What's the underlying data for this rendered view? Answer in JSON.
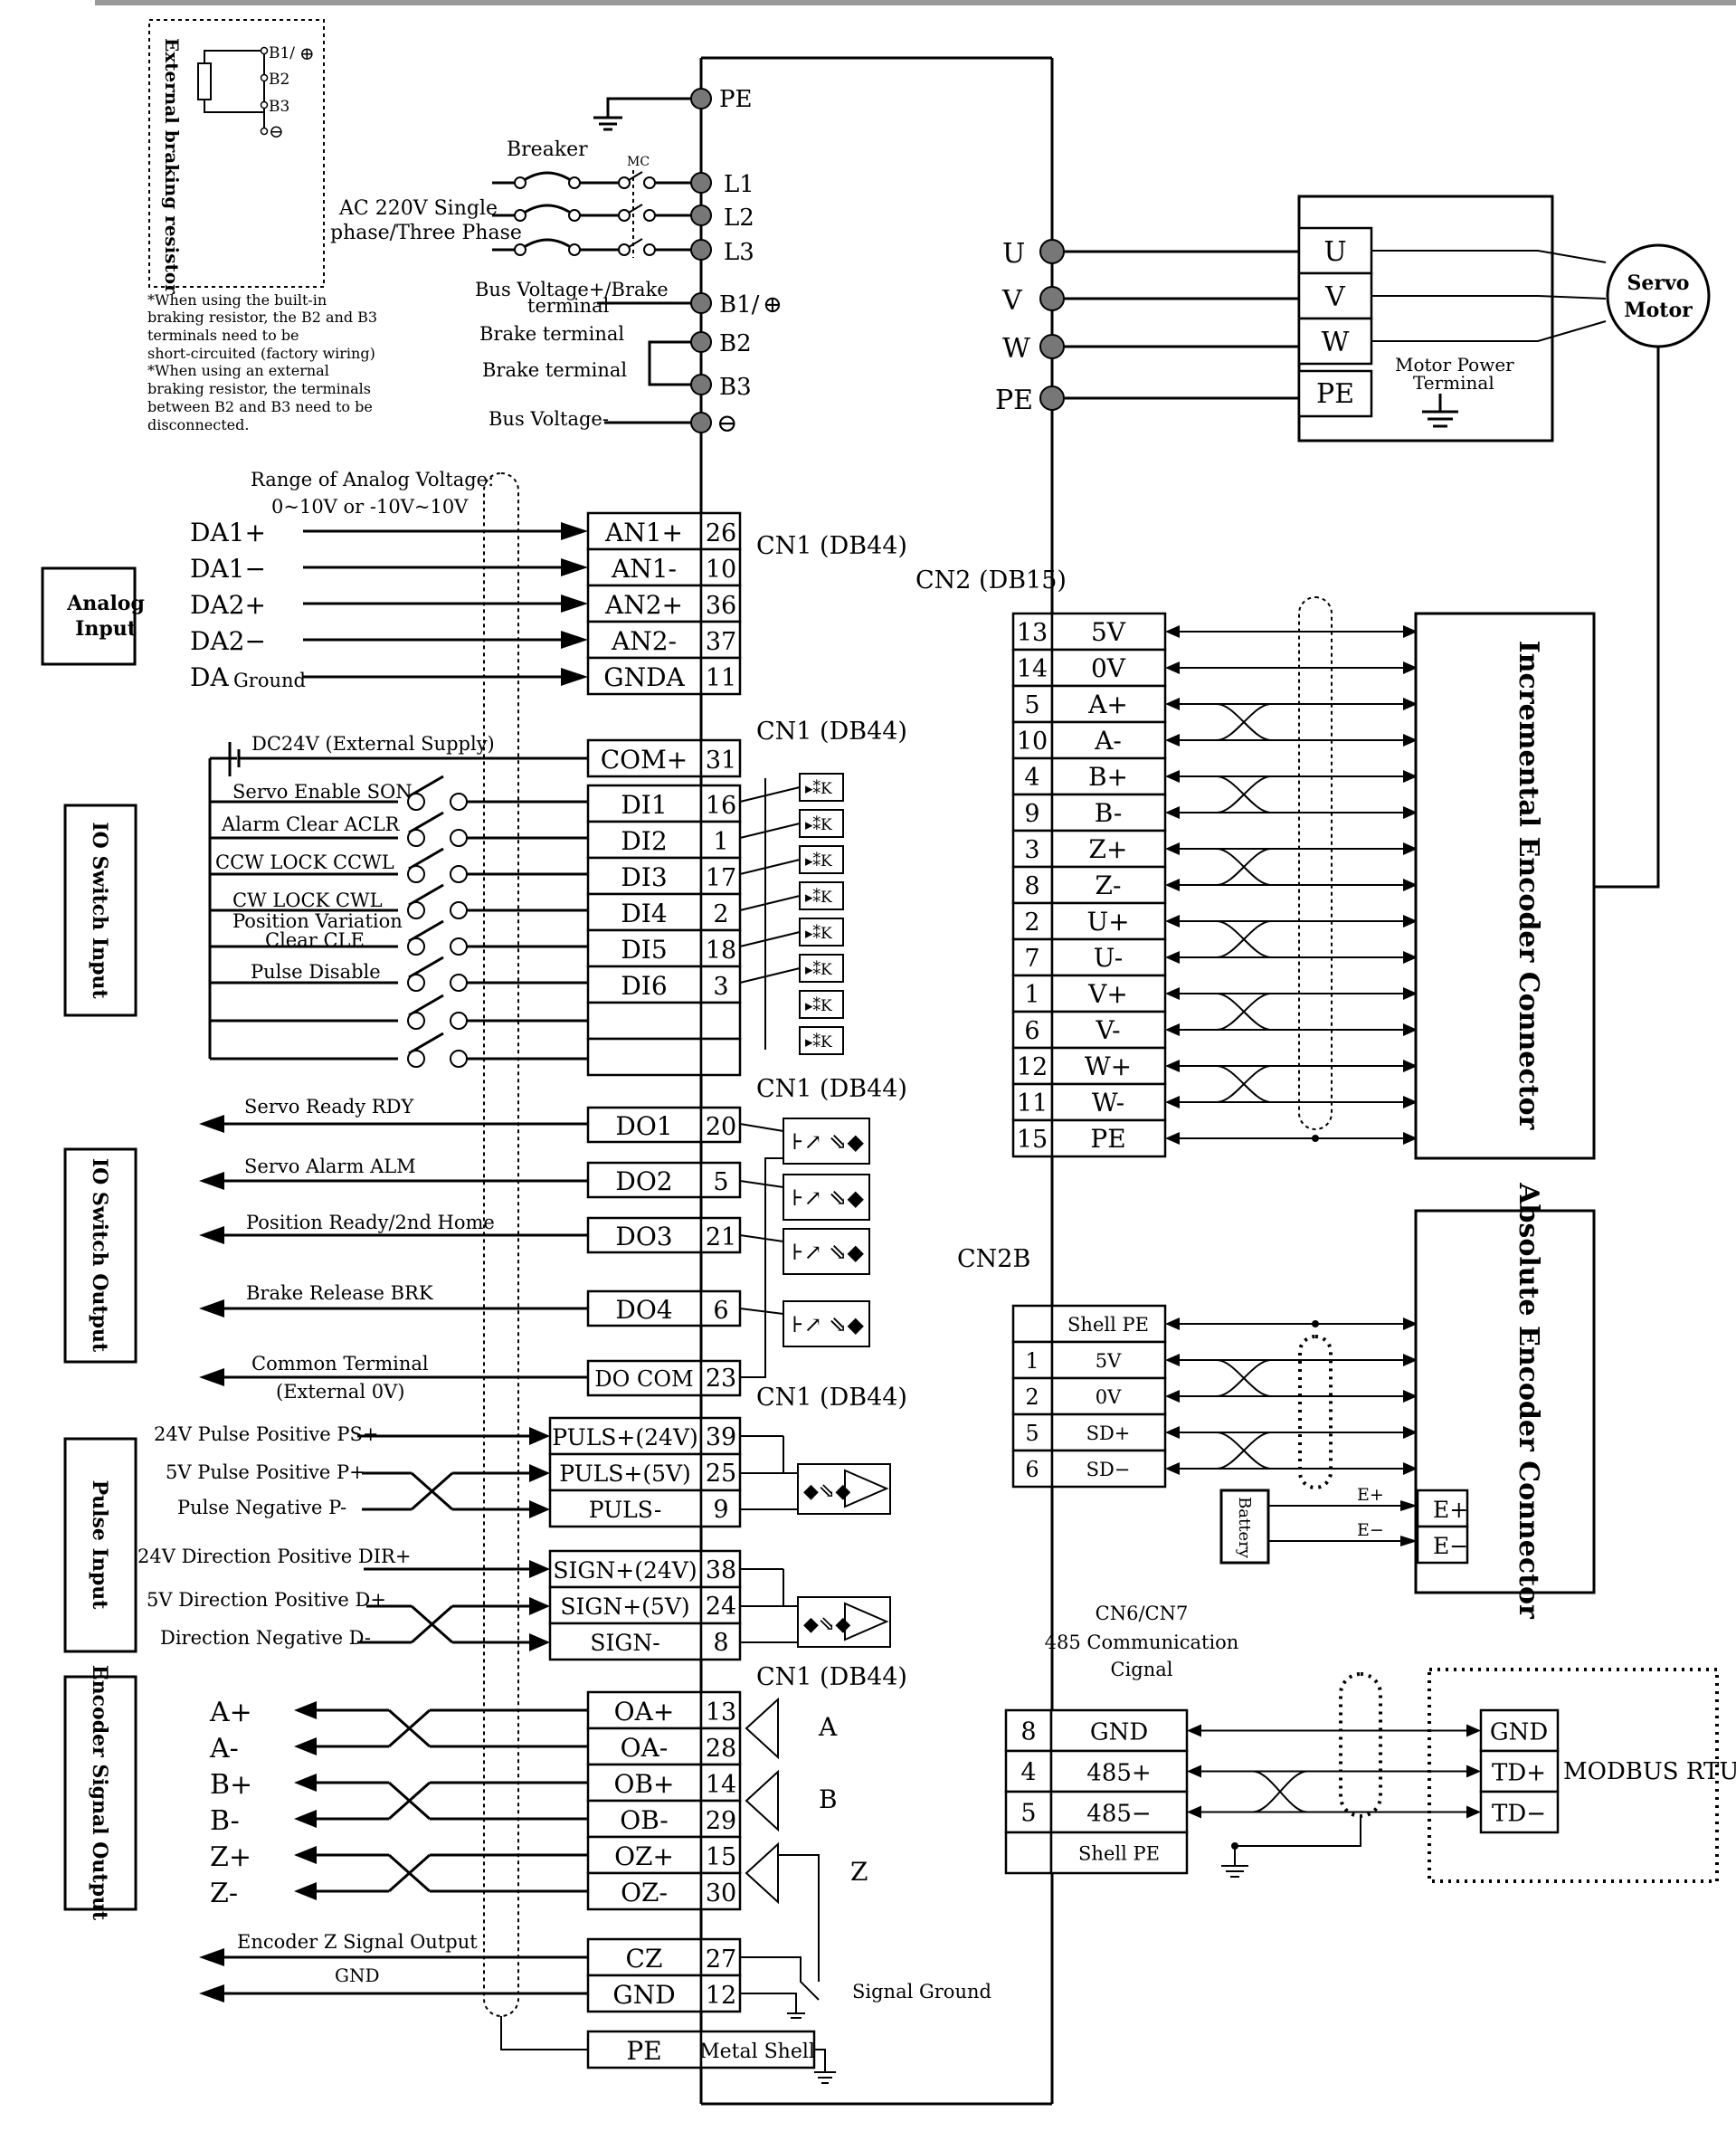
{
  "power": {
    "pe": "PE",
    "l1": "L1",
    "l2": "L2",
    "l3": "L3",
    "b1": "B1/",
    "b2": "B2",
    "b3": "B3",
    "breaker": "Breaker",
    "mc": "MC",
    "ac_line1": "AC 220V Single",
    "ac_line2": "phase/Three Phase",
    "bus_plus_line1": "Bus Voltage+/Brake",
    "bus_plus_line2": "terminal",
    "brake1": "Brake terminal",
    "brake2": "Brake terminal",
    "bus_minus": "Bus Voltage-"
  },
  "resistor": {
    "label": "External braking resistor",
    "b1": "B1/",
    "b2": "B2",
    "b3": "B3",
    "notes": [
      "*When using the built-in",
      "braking resistor, the B2 and B3",
      "terminals need to be",
      "short-circuited (factory wiring)",
      "*When using an external",
      "braking resistor, the terminals",
      "between B2 and B3 need to be",
      "disconnected."
    ]
  },
  "motor": {
    "u": "U",
    "v": "V",
    "w": "W",
    "pe": "PE",
    "terms": [
      "U",
      "V",
      "W",
      "PE"
    ],
    "servo_line1": "Servo",
    "servo_line2": "Motor",
    "power_term_line1": "Motor Power",
    "power_term_line2": "Terminal"
  },
  "analog": {
    "side_label_line1": "Analog",
    "side_label_line2": "Input",
    "range_line1": "Range of Analog Voltage:",
    "range_line2": "0~10V or -10V~10V",
    "cn1": "CN1 (DB44)",
    "signals": [
      "DA1+",
      "DA1−",
      "DA2+",
      "DA2−",
      "DA"
    ],
    "ground": "Ground",
    "pins": [
      {
        "name": "AN1+",
        "num": "26"
      },
      {
        "name": "AN1-",
        "num": "10"
      },
      {
        "name": "AN2+",
        "num": "36"
      },
      {
        "name": "AN2-",
        "num": "37"
      },
      {
        "name": "GNDA",
        "num": "11"
      }
    ]
  },
  "io_in": {
    "side_label": "IO Switch Input",
    "cn1": "CN1 (DB44)",
    "dc24": "DC24V (External Supply)",
    "labels": [
      "Servo Enable SON",
      "Alarm Clear ACLR",
      "CCW LOCK CCWL",
      "CW LOCK CWL",
      "Position Variation",
      "Clear CLE",
      "Pulse Disable"
    ],
    "pins": [
      {
        "name": "COM+",
        "num": "31"
      },
      {
        "name": "DI1",
        "num": "16"
      },
      {
        "name": "DI2",
        "num": "1"
      },
      {
        "name": "DI3",
        "num": "17"
      },
      {
        "name": "DI4",
        "num": "2"
      },
      {
        "name": "DI5",
        "num": "18"
      },
      {
        "name": "DI6",
        "num": "3"
      }
    ]
  },
  "io_out": {
    "side_label": "IO Switch Output",
    "cn1": "CN1 (DB44)",
    "labels": [
      "Servo Ready RDY",
      "Servo Alarm ALM",
      "Position Ready/2nd Home",
      "Brake Release BRK",
      "Common Terminal",
      "(External 0V)"
    ],
    "pins": [
      {
        "name": "DO1",
        "num": "20"
      },
      {
        "name": "DO2",
        "num": "5"
      },
      {
        "name": "DO3",
        "num": "21"
      },
      {
        "name": "DO4",
        "num": "6"
      },
      {
        "name": "DO COM",
        "num": "23"
      }
    ]
  },
  "pulse": {
    "side_label": "Pulse Input",
    "cn1": "CN1 (DB44)",
    "labels": [
      "24V Pulse Positive PS+",
      "5V Pulse Positive P+",
      "Pulse Negative P-",
      "24V Direction Positive DIR+",
      "5V Direction Positive D+",
      "Direction Negative D-"
    ],
    "pins": [
      {
        "name": "PULS+(24V)",
        "num": "39"
      },
      {
        "name": "PULS+(5V)",
        "num": "25"
      },
      {
        "name": "PULS-",
        "num": "9"
      },
      {
        "name": "SIGN+(24V)",
        "num": "38"
      },
      {
        "name": "SIGN+(5V)",
        "num": "24"
      },
      {
        "name": "SIGN-",
        "num": "8"
      }
    ]
  },
  "enc_out": {
    "side_label": "Encoder Signal Output",
    "cn1": "CN1 (DB44)",
    "signals": [
      "A+",
      "A-",
      "B+",
      "B-",
      "Z+",
      "Z-"
    ],
    "pins": [
      {
        "name": "OA+",
        "num": "13"
      },
      {
        "name": "OA-",
        "num": "28"
      },
      {
        "name": "OB+",
        "num": "14"
      },
      {
        "name": "OB-",
        "num": "29"
      },
      {
        "name": "OZ+",
        "num": "15"
      },
      {
        "name": "OZ-",
        "num": "30"
      },
      {
        "name": "CZ",
        "num": "27"
      },
      {
        "name": "GND",
        "num": "12"
      },
      {
        "name": "PE",
        "num": "Metal Shell"
      }
    ],
    "abz": [
      "A",
      "B",
      "Z"
    ],
    "cz_label": "Encoder Z Signal Output",
    "gnd_label": "GND",
    "signal_ground": "Signal Ground"
  },
  "cn2": {
    "title": "CN2 (DB15)",
    "connector": "Incremental Encoder Connector",
    "rows": [
      {
        "num": "13",
        "name": "5V"
      },
      {
        "num": "14",
        "name": "0V"
      },
      {
        "num": "5",
        "name": "A+"
      },
      {
        "num": "10",
        "name": "A-"
      },
      {
        "num": "4",
        "name": "B+"
      },
      {
        "num": "9",
        "name": "B-"
      },
      {
        "num": "3",
        "name": "Z+"
      },
      {
        "num": "8",
        "name": "Z-"
      },
      {
        "num": "2",
        "name": "U+"
      },
      {
        "num": "7",
        "name": "U-"
      },
      {
        "num": "1",
        "name": "V+"
      },
      {
        "num": "6",
        "name": "V-"
      },
      {
        "num": "12",
        "name": "W+"
      },
      {
        "num": "11",
        "name": "W-"
      },
      {
        "num": "15",
        "name": "PE"
      }
    ]
  },
  "cn2b": {
    "title": "CN2B",
    "connector": "Absolute Encoder Connector",
    "rows": [
      {
        "num": "",
        "name": "Shell PE",
        "pin": "PE"
      },
      {
        "num": "1",
        "name": "5V",
        "pin": "5V"
      },
      {
        "num": "2",
        "name": "0V",
        "pin": "0V"
      },
      {
        "num": "5",
        "name": "SD+",
        "pin": "SD+"
      },
      {
        "num": "6",
        "name": "SD−",
        "pin": "SD−"
      }
    ],
    "extra_pins": [
      "E+",
      "E−"
    ],
    "battery": "Battery",
    "e_plus": "E+",
    "e_minus": "E−"
  },
  "cn6": {
    "title_line1": "CN6/CN7",
    "title_line2": "485 Communication",
    "title_line3": "Cignal",
    "rows": [
      {
        "num": "8",
        "name": "GND",
        "pin": "GND"
      },
      {
        "num": "4",
        "name": "485+",
        "pin": "TD+"
      },
      {
        "num": "5",
        "name": "485−",
        "pin": "TD−"
      },
      {
        "num": "",
        "name": "Shell PE",
        "pin": ""
      }
    ],
    "modbus": "MODBUS RTU"
  }
}
